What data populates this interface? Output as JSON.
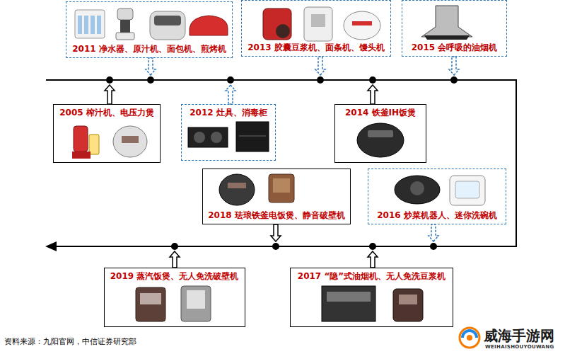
{
  "diagram": {
    "nodes": [
      {
        "text": [
          "2011 净水器、原汁机、面包机、煎烤机"
        ]
      },
      {
        "text": [
          "2013 胶囊豆浆机、面条机、馒头机"
        ]
      },
      {
        "text": [
          "2015 会呼吸的油烟机"
        ]
      },
      {
        "text": [
          "2005 榨汁机、电压力煲"
        ]
      },
      {
        "text": [
          "2012 灶具、消毒柜"
        ]
      },
      {
        "text": [
          "2014 铁釜IH饭煲"
        ]
      },
      {
        "text": [
          "2018 珐琅铁釜电饭煲、静音破壁机"
        ]
      },
      {
        "text": [
          "2016 炒菜机器人、迷你洗碗机"
        ]
      },
      {
        "text": [
          "2019 蒸汽饭煲、无人免洗破壁机"
        ]
      },
      {
        "text": [
          "2017 “隐”式油烟机、无人免洗豆浆机"
        ]
      }
    ],
    "labels": [
      "资料来源：九阳官网，中信证券研究部",
      "威海手游网",
      "WEIHAISHOUYOUWANG"
    ]
  }
}
